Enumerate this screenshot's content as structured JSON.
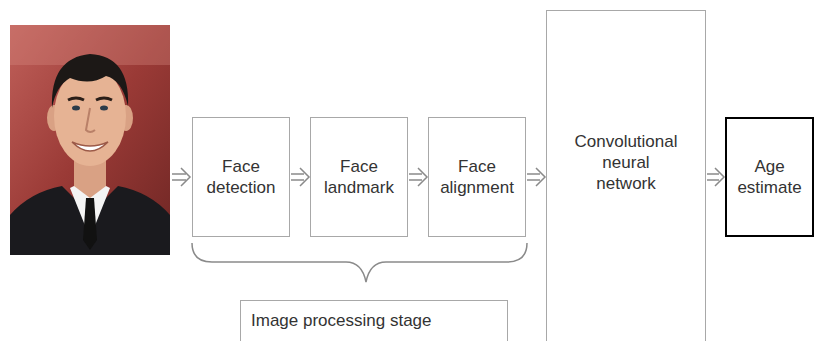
{
  "diagram": {
    "nodes": [
      {
        "text": [
          "Face detection"
        ]
      },
      {
        "text": [
          "Face landmark"
        ]
      },
      {
        "text": [
          "Face alignment"
        ]
      },
      {
        "text": [
          "Convolutional neural network"
        ]
      },
      {
        "text": [
          "Age estimate"
        ]
      },
      {
        "text": [
          "Image processing stage"
        ]
      }
    ],
    "edges": [
      {
        "from": 0,
        "to": 1,
        "arrow": "to"
      },
      {
        "from": 1,
        "to": 2,
        "arrow": "to"
      },
      {
        "from": 2,
        "to": 3,
        "arrow": "to"
      },
      {
        "from": 3,
        "to": 4,
        "arrow": "to"
      }
    ]
  }
}
